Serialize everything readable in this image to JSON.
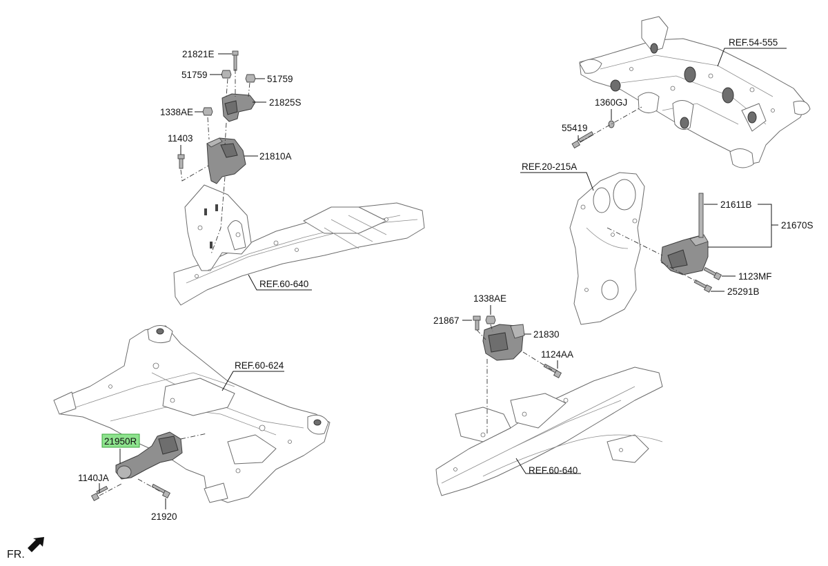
{
  "colors": {
    "highlight_fill": "#8ee38e",
    "highlight_stroke": "#3aa53a",
    "part_fill": "#8f8f8f",
    "line": "#111111"
  },
  "callouts": {
    "p_21821E": "21821E",
    "p_51759_left": "51759",
    "p_51759_right": "51759",
    "p_21825S": "21825S",
    "p_1338AE_top": "1338AE",
    "p_11403": "11403",
    "p_21810A": "21810A",
    "ref_60_640_top": "REF.60-640",
    "ref_54_555": "REF.54-555",
    "p_1360GJ": "1360GJ",
    "p_55419": "55419",
    "ref_20_215A": "REF.20-215A",
    "p_21611B": "21611B",
    "p_21670S": "21670S",
    "p_1123MF": "1123MF",
    "p_25291B": "25291B",
    "p_1338AE_mid": "1338AE",
    "p_21867": "21867",
    "p_21830": "21830",
    "p_1124AA": "1124AA",
    "ref_60_640_bottom": "REF.60-640",
    "ref_60_624": "REF.60-624",
    "p_21950R": "21950R",
    "p_1140JA": "1140JA",
    "p_21920": "21920"
  },
  "orientation": {
    "label": "FR.",
    "icon": "front-direction-arrow-icon"
  }
}
